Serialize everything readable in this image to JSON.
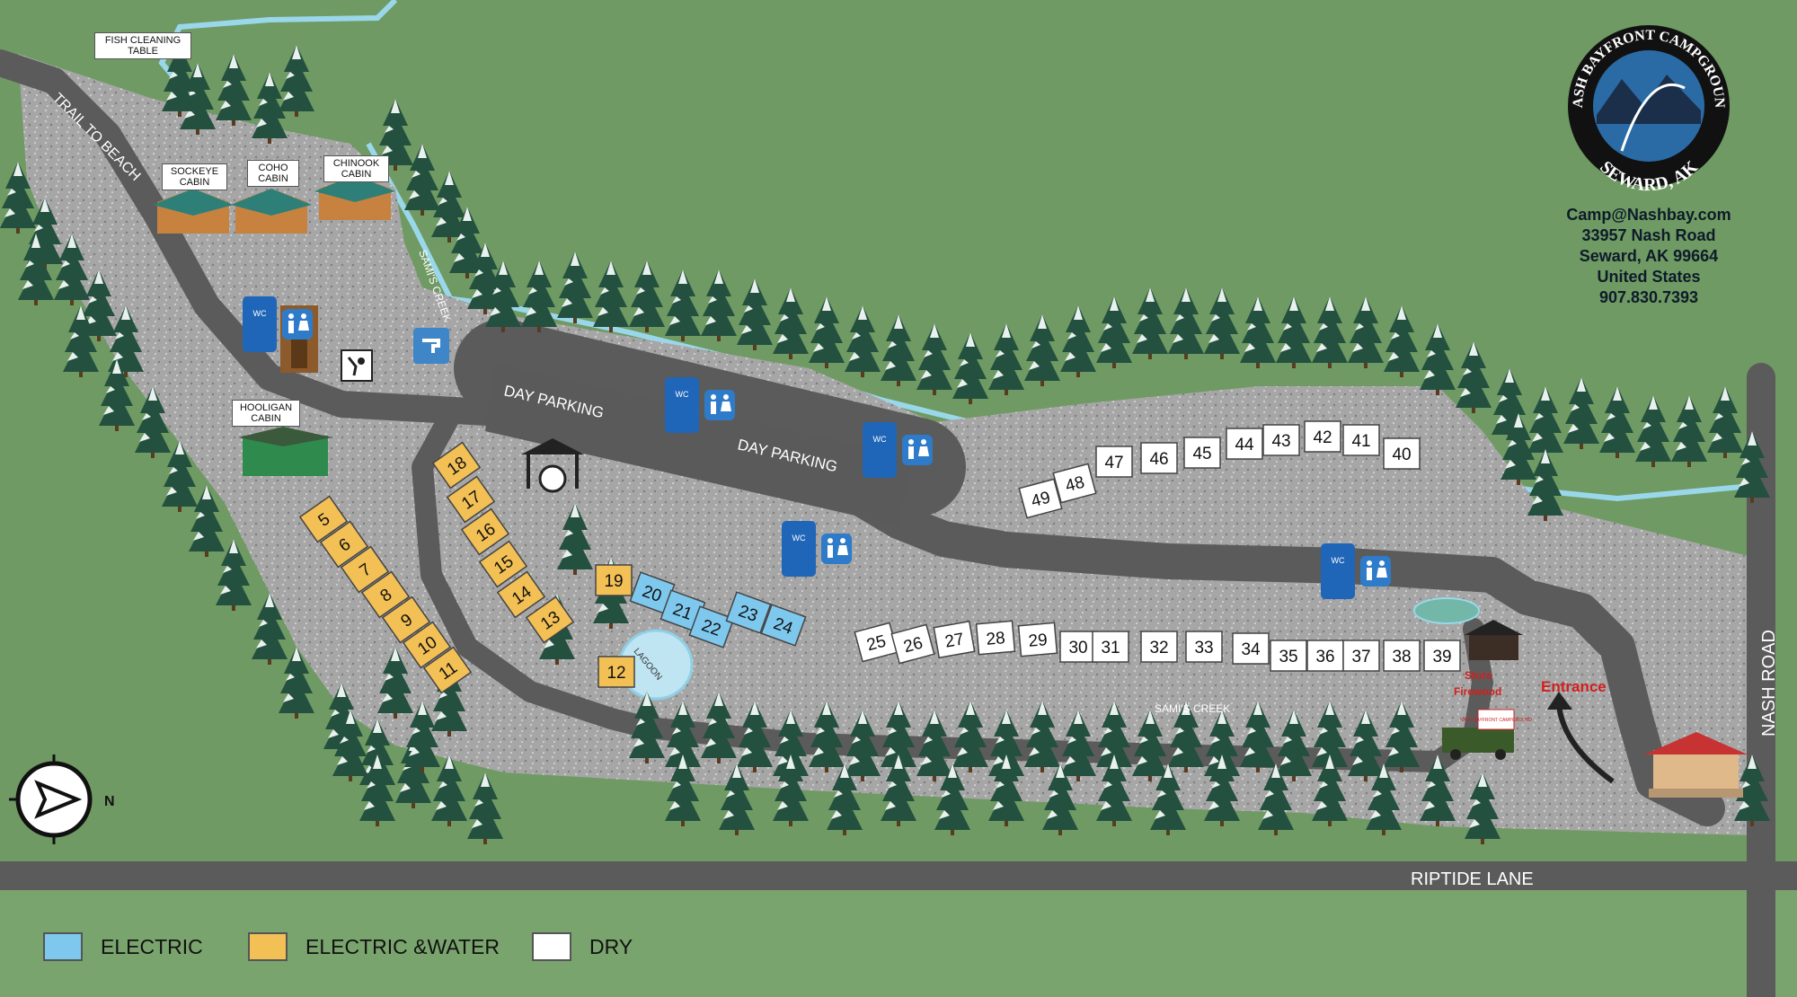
{
  "colors": {
    "electric": "#7ec8ee",
    "electric_water": "#f2c055",
    "dry": "#ffffff",
    "road": "#5c5c5c",
    "gravel": "#a9a9a9",
    "grass": "#6f9a63",
    "creek": "#8fd0e6"
  },
  "logo": {
    "top_text": "NASH BAYFRONT CAMPGROUND",
    "bottom_text": "SEWARD, AK"
  },
  "contact": {
    "email": "Camp@Nashbay.com",
    "street": "33957 Nash Road",
    "city": "Seward, AK 99664",
    "country": "United States",
    "phone": "907.830.7393"
  },
  "labels": {
    "trail": "TRAIL TO BEACH",
    "fish_table": "FISH CLEANING TABLE",
    "sockeye": "SOCKEYE CABIN",
    "coho": "COHO CABIN",
    "chinook": "CHINOOK CABIN",
    "hooligan": "HOOLIGAN CABIN",
    "samis_creek": "SAMI'S CREEK",
    "samis_creek_lower": "SAMI'S CREEK",
    "day_parking": "DAY PARKING",
    "lagoon": "LAGOON",
    "riptide": "RIPTIDE LANE",
    "nash_road": "NASH ROAD",
    "entrance": "Entrance",
    "store": "Store",
    "firewood": "Firewood",
    "truck_sign": "NASH BAYFRONT CAMPGROUND",
    "wc": "WC",
    "north": "N"
  },
  "legend": [
    {
      "label": "ELECTRIC",
      "kind": "electric"
    },
    {
      "label": "ELECTRIC &WATER",
      "kind": "electric_water"
    },
    {
      "label": "DRY",
      "kind": "dry"
    }
  ],
  "sites": [
    {
      "n": "5",
      "type": "electric_water"
    },
    {
      "n": "6",
      "type": "electric_water"
    },
    {
      "n": "7",
      "type": "electric_water"
    },
    {
      "n": "8",
      "type": "electric_water"
    },
    {
      "n": "9",
      "type": "electric_water"
    },
    {
      "n": "10",
      "type": "electric_water"
    },
    {
      "n": "11",
      "type": "electric_water"
    },
    {
      "n": "12",
      "type": "electric_water"
    },
    {
      "n": "13",
      "type": "electric_water"
    },
    {
      "n": "14",
      "type": "electric_water"
    },
    {
      "n": "15",
      "type": "electric_water"
    },
    {
      "n": "16",
      "type": "electric_water"
    },
    {
      "n": "17",
      "type": "electric_water"
    },
    {
      "n": "18",
      "type": "electric_water"
    },
    {
      "n": "19",
      "type": "electric_water"
    },
    {
      "n": "20",
      "type": "electric"
    },
    {
      "n": "21",
      "type": "electric"
    },
    {
      "n": "22",
      "type": "electric"
    },
    {
      "n": "23",
      "type": "electric"
    },
    {
      "n": "24",
      "type": "electric"
    },
    {
      "n": "25",
      "type": "dry"
    },
    {
      "n": "26",
      "type": "dry"
    },
    {
      "n": "27",
      "type": "dry"
    },
    {
      "n": "28",
      "type": "dry"
    },
    {
      "n": "29",
      "type": "dry"
    },
    {
      "n": "30",
      "type": "dry"
    },
    {
      "n": "31",
      "type": "dry"
    },
    {
      "n": "32",
      "type": "dry"
    },
    {
      "n": "33",
      "type": "dry"
    },
    {
      "n": "34",
      "type": "dry"
    },
    {
      "n": "35",
      "type": "dry"
    },
    {
      "n": "36",
      "type": "dry"
    },
    {
      "n": "37",
      "type": "dry"
    },
    {
      "n": "38",
      "type": "dry"
    },
    {
      "n": "39",
      "type": "dry"
    },
    {
      "n": "40",
      "type": "dry"
    },
    {
      "n": "41",
      "type": "dry"
    },
    {
      "n": "42",
      "type": "dry"
    },
    {
      "n": "43",
      "type": "dry"
    },
    {
      "n": "44",
      "type": "dry"
    },
    {
      "n": "45",
      "type": "dry"
    },
    {
      "n": "46",
      "type": "dry"
    },
    {
      "n": "47",
      "type": "dry"
    },
    {
      "n": "48",
      "type": "dry"
    },
    {
      "n": "49",
      "type": "dry"
    }
  ]
}
